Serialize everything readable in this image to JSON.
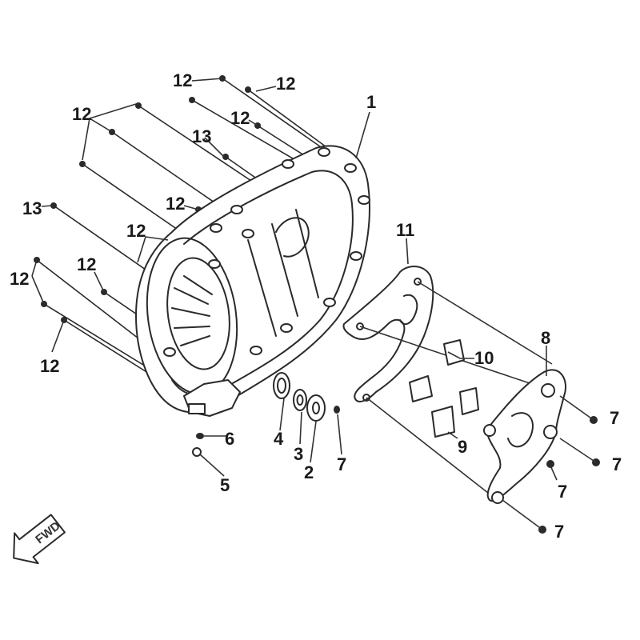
{
  "diagram": {
    "direction_label": "FWD",
    "callouts": {
      "cover": "1",
      "washer_2": "2",
      "washer_3": "3",
      "oil_seal": "4",
      "drain_bolt": "5",
      "drain_washer": "6",
      "bolt_7": "7",
      "damper_9": "9",
      "damper_10": "10",
      "bracket_11": "11",
      "plate_8": "8",
      "bolt_12": "12",
      "bolt_13": "13"
    }
  }
}
